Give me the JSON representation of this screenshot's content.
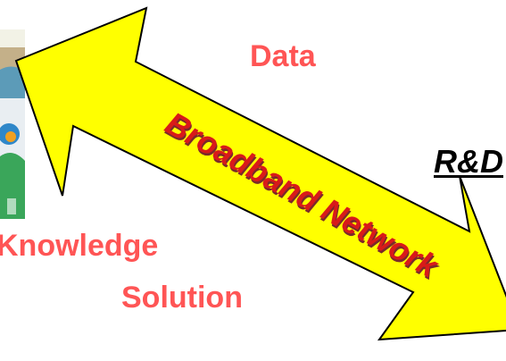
{
  "diagram": {
    "arrow_label": "Broadband Network",
    "labels": {
      "data": "Data",
      "knowledge": "Knowledge",
      "solution": "Solution",
      "rd": "R&D"
    },
    "colors": {
      "background": "#ffffff",
      "arrow_fill": "#ffff00",
      "arrow_stroke": "#000000",
      "label_text": "#ff5555",
      "arrow_text": "#d81a1a",
      "rd_text": "#000000",
      "thumbnail_sky": "#f2f2e6",
      "thumbnail_ground": "#c4b089",
      "thumbnail_water": "#5c9bb8",
      "thumbnail_icon_blue": "#2f87c9",
      "thumbnail_icon_orange": "#f0a020",
      "thumbnail_icon_green": "#3aa65a"
    },
    "thumbnail_icon": "photo-collage-thumbnail"
  }
}
